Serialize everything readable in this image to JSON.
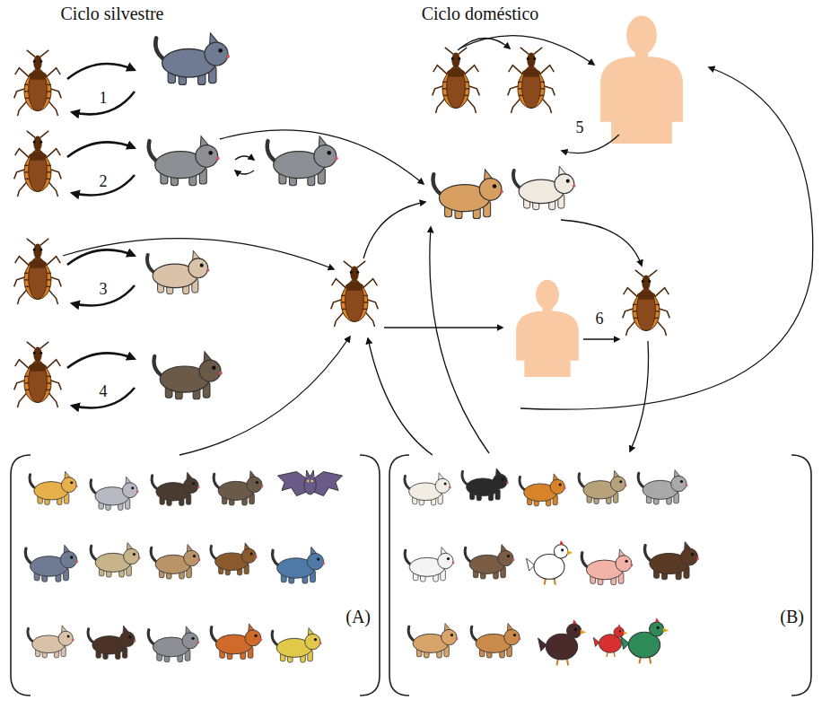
{
  "diagram": {
    "nodes": [
      {
        "text": [
          "(A)"
        ]
      },
      {
        "text": [
          "(B)"
        ]
      }
    ],
    "labels": [
      "Ciclo silvestre",
      "Ciclo doméstico",
      "1",
      "2",
      "3",
      "4",
      "5",
      "6"
    ]
  }
}
